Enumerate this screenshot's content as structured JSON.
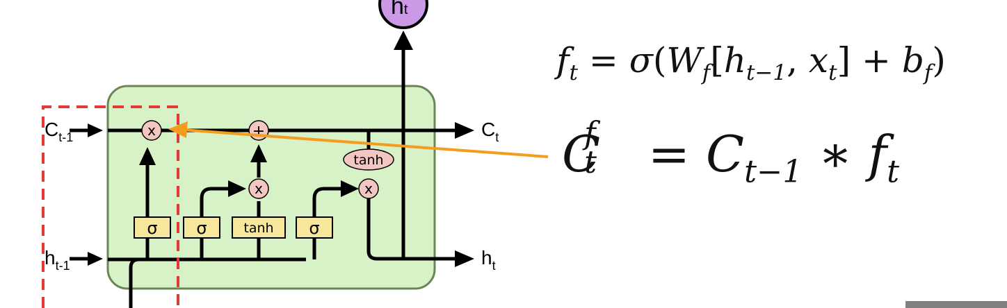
{
  "diagram": {
    "inputs": {
      "c_prev": {
        "main": "C",
        "sub": "t-1"
      },
      "h_prev": {
        "main": "h",
        "sub": "t-1"
      }
    },
    "outputs": {
      "c_t": {
        "main": "C",
        "sub": "t"
      },
      "h_t": {
        "main": "h",
        "sub": "t"
      },
      "h_top": {
        "main": "h",
        "sub": "t"
      }
    },
    "ops": {
      "multiply": "x",
      "add": "+",
      "tanh": "tanh"
    },
    "gates": {
      "forget": "σ",
      "input": "σ",
      "candidate": "tanh",
      "output": "σ"
    },
    "colors": {
      "cell_fill": "#d8f2c8",
      "cell_stroke": "#6b8555",
      "op_fill": "#f3c6c2",
      "gate_fill": "#f6e79c",
      "output_node": "#cc99e6",
      "arrow": "#f39c1e",
      "highlight": "#e53935"
    }
  },
  "equations": {
    "forget_gate": {
      "f": "f",
      "t": "t",
      "sigma": "σ",
      "W": "W",
      "f2": "f",
      "h": "h",
      "tm1": "t−1",
      "x": "x",
      "t2": "t",
      "b": "b",
      "f3": "f"
    },
    "cell_forget": {
      "C": "C",
      "sup": "f",
      "sub": "t",
      "C2": "C",
      "tm1": "t−1",
      "f": "f",
      "t": "t"
    }
  }
}
